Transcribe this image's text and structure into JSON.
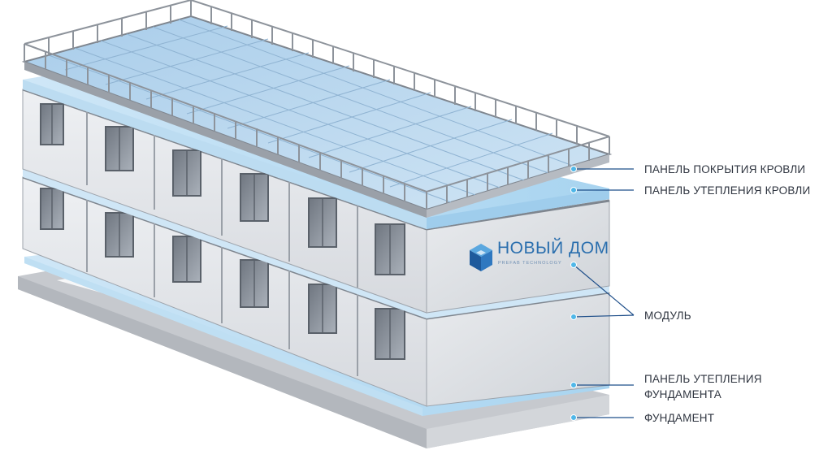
{
  "diagram": {
    "brand": {
      "name": "НОВЫЙ ДОМ",
      "tagline": "PREFAB TECHNOLOGY"
    },
    "callouts": [
      {
        "id": "roof-cover",
        "lines": [
          "ПАНЕЛЬ ПОКРЫТИЯ КРОВЛИ"
        ]
      },
      {
        "id": "roof-insulation",
        "lines": [
          "ПАНЕЛЬ УТЕПЛЕНИЯ КРОВЛИ"
        ]
      },
      {
        "id": "module",
        "lines": [
          "МОДУЛЬ"
        ]
      },
      {
        "id": "foundation-insulation",
        "lines": [
          "ПАНЕЛЬ УТЕПЛЕНИЯ",
          "ФУНДАМЕНТА"
        ]
      },
      {
        "id": "foundation",
        "lines": [
          "ФУНДАМЕНТ"
        ]
      }
    ],
    "colors": {
      "line": "#1f4f8a",
      "dot": "#4fb7e8",
      "panel": "#e4e7ec",
      "insulation": "#b9dcf3",
      "foundation": "#c9ccd1",
      "frame": "#8d939b"
    }
  }
}
